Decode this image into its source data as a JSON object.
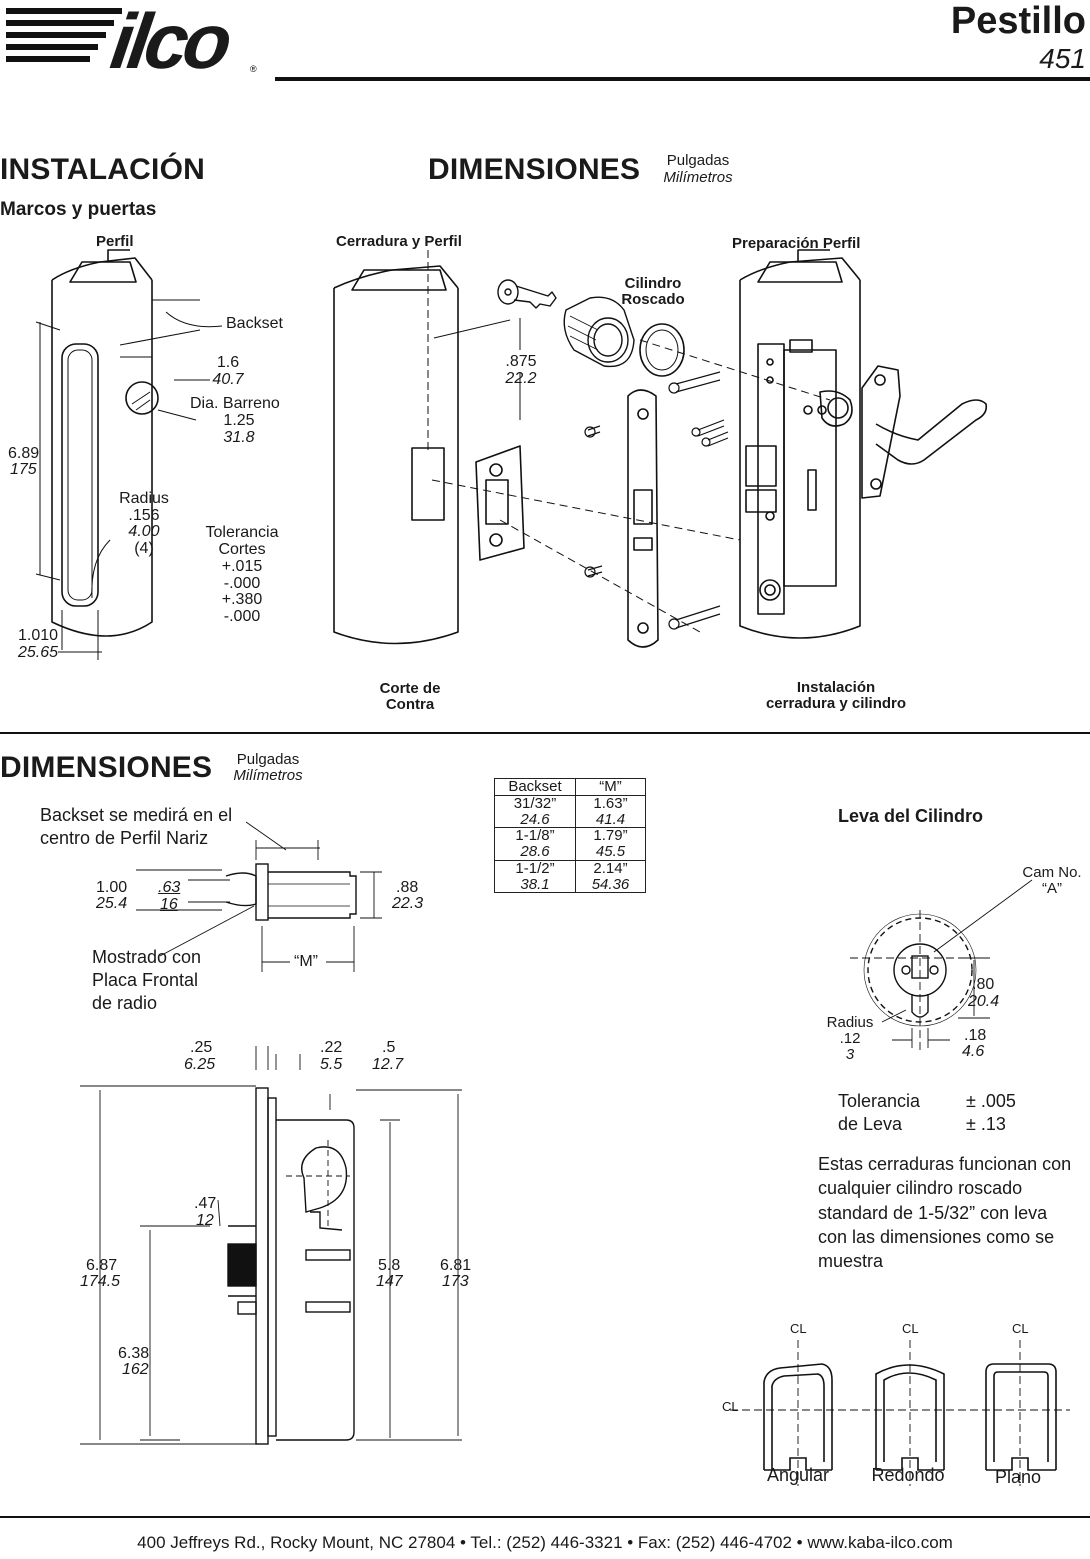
{
  "header": {
    "brand": "ilco",
    "title": "Pestillo",
    "model": "451"
  },
  "installation": {
    "heading": "INSTALACIÓN",
    "subheading": "Marcos y puertas",
    "profile_caption": "Perfil",
    "backset": "Backset",
    "dim_16": "1.6",
    "dim_16_mm": "40.7",
    "bore_label": "Dia. Barreno",
    "bore_in": "1.25",
    "bore_mm": "31.8",
    "height_in": "6.89",
    "height_mm": "175",
    "radius_label": "Radius",
    "radius_in": ".156",
    "radius_mm": "4.00",
    "radius_qty": "(4)",
    "tol_label_1": "Tolerancia",
    "tol_label_2": "Cortes",
    "tol_1": "+.015",
    "tol_2": "-.000",
    "tol_3": "+.380",
    "tol_4": "-.000",
    "width_in": "1.010",
    "width_mm": "25.65"
  },
  "dimensions_top": {
    "heading": "DIMENSIONES",
    "unit_in": "Pulgadas",
    "unit_mm": "Milímetros",
    "lock_profile_caption": "Cerradura y Perfil",
    "cylinder_caption_1": "Cilindro",
    "cylinder_caption_2": "Roscado",
    "prep_caption": "Preparación Perfil",
    "dim_875": ".875",
    "dim_875_mm": "22.2",
    "strike_caption_1": "Corte de",
    "strike_caption_2": "Contra",
    "install_caption_1": "Instalación",
    "install_caption_2": "cerradura y cilindro"
  },
  "dimensions_bottom": {
    "heading": "DIMENSIONES",
    "unit_in": "Pulgadas",
    "unit_mm": "Milímetros",
    "note_1": "Backset se medirá en el",
    "note_2": "centro de Perfil Nariz",
    "d100": "1.00",
    "d100_mm": "25.4",
    "d63": ".63",
    "d63_mm": "16",
    "d88": ".88",
    "d88_mm": "22.3",
    "m_label": "“M”",
    "shown_1": "Mostrado con",
    "shown_2": "Placa Frontal",
    "shown_3": "de radio",
    "d25": ".25",
    "d25_mm": "6.25",
    "d22": ".22",
    "d22_mm": "5.5",
    "d5": ".5",
    "d5_mm": "12.7",
    "d47": ".47",
    "d47_mm": "12",
    "d687": "6.87",
    "d687_mm": "174.5",
    "d58": "5.8",
    "d58_mm": "147",
    "d681": "6.81",
    "d681_mm": "173",
    "d638": "6.38",
    "d638_mm": "162"
  },
  "backset_table": {
    "headers": [
      "Backset",
      "“M”"
    ],
    "rows": [
      {
        "backset": "31/32”",
        "backset_mm": "24.6",
        "m": "1.63”",
        "m_mm": "41.4"
      },
      {
        "backset": "1-1/8”",
        "backset_mm": "28.6",
        "m": "1.79”",
        "m_mm": "45.5"
      },
      {
        "backset": "1-1/2”",
        "backset_mm": "38.1",
        "m": "2.14”",
        "m_mm": "54.36"
      }
    ]
  },
  "cam": {
    "heading": "Leva del Cilindro",
    "cam_no_1": "Cam No.",
    "cam_no_2": "“A”",
    "d80": ".80",
    "d80_mm": "20.4",
    "radius_label": "Radius",
    "radius_in": ".12",
    "radius_mm": "3",
    "d18": ".18",
    "d18_mm": "4.6",
    "tol_label_1": "Tolerancia",
    "tol_label_2": "de Leva",
    "tol_1": "± .005",
    "tol_2": "± .13",
    "note": "Estas cerraduras funcionan con cualquier cilindro roscado standard de 1-5/32” con leva con las dimensiones como se muestra"
  },
  "profiles": {
    "centerline": "CL",
    "shapes": [
      "Angular",
      "Redondo",
      "Plano"
    ]
  },
  "footer": {
    "address": "400 Jeffreys Rd., Rocky Mount, NC 27804 • Tel.: (252) 446-3321 • Fax: (252) 446-4702 • www.kaba-ilco.com"
  }
}
